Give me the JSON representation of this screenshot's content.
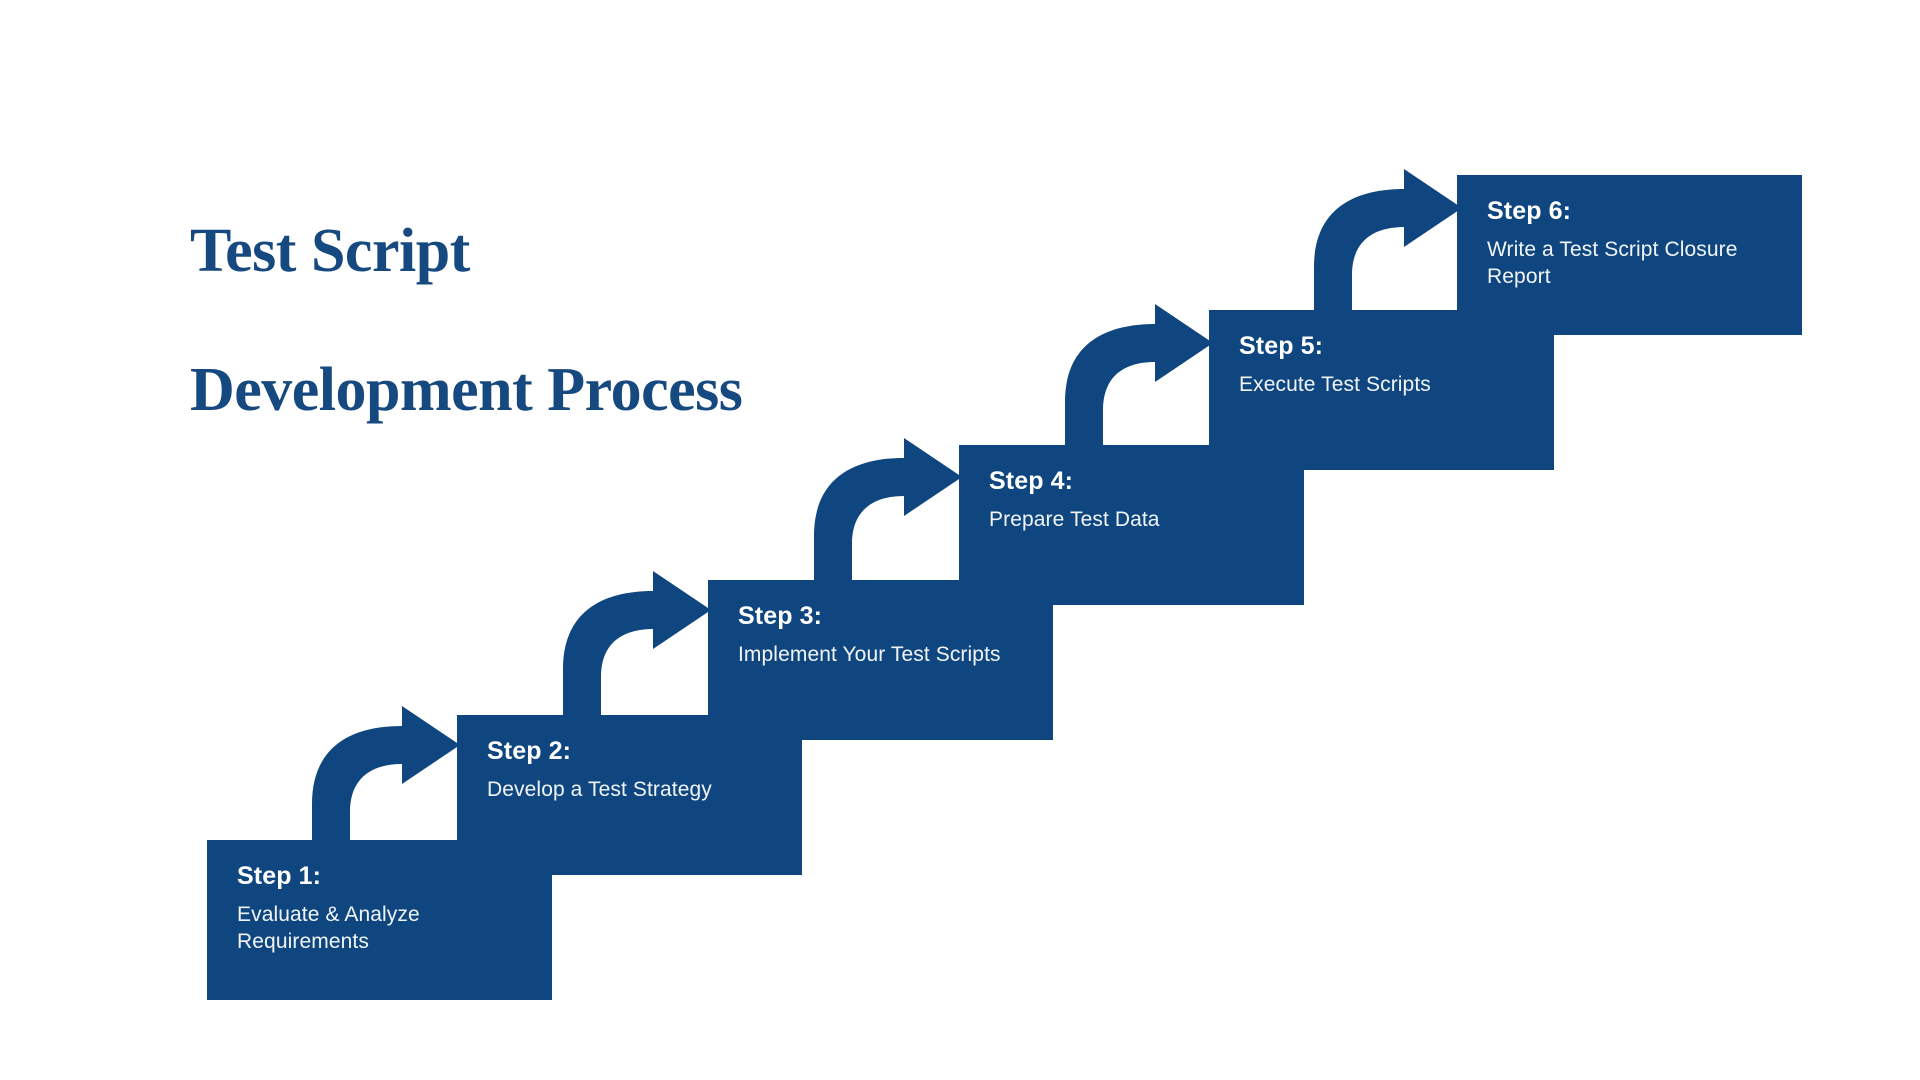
{
  "page": {
    "background_color": "#ffffff",
    "brand_color": "#0f4680",
    "title_color": "#16497f",
    "box_text_color": "#ffffff"
  },
  "title": {
    "line1": "Test Script",
    "line2": "Development Process",
    "full": "Test Script Development Process"
  },
  "steps": [
    {
      "id": "step-1",
      "head": "Step 1:",
      "desc": "Evaluate & Analyze Requirements"
    },
    {
      "id": "step-2",
      "head": "Step 2:",
      "desc": "Develop a Test Strategy"
    },
    {
      "id": "step-3",
      "head": "Step 3:",
      "desc": "Implement Your Test Scripts"
    },
    {
      "id": "step-4",
      "head": "Step 4:",
      "desc": "Prepare Test Data"
    },
    {
      "id": "step-5",
      "head": "Step 5:",
      "desc": "Execute Test Scripts"
    },
    {
      "id": "step-6",
      "head": "Step 6:",
      "desc": "Write a Test Script Closure Report"
    }
  ],
  "connectors": [
    {
      "id": "arrow-1",
      "from": "step-1",
      "to": "step-2",
      "icon": "curved-arrow-up-right-icon"
    },
    {
      "id": "arrow-2",
      "from": "step-2",
      "to": "step-3",
      "icon": "curved-arrow-up-right-icon"
    },
    {
      "id": "arrow-3",
      "from": "step-3",
      "to": "step-4",
      "icon": "curved-arrow-up-right-icon"
    },
    {
      "id": "arrow-4",
      "from": "step-4",
      "to": "step-5",
      "icon": "curved-arrow-up-right-icon"
    },
    {
      "id": "arrow-5",
      "from": "step-5",
      "to": "step-6",
      "icon": "curved-arrow-up-right-icon"
    }
  ]
}
